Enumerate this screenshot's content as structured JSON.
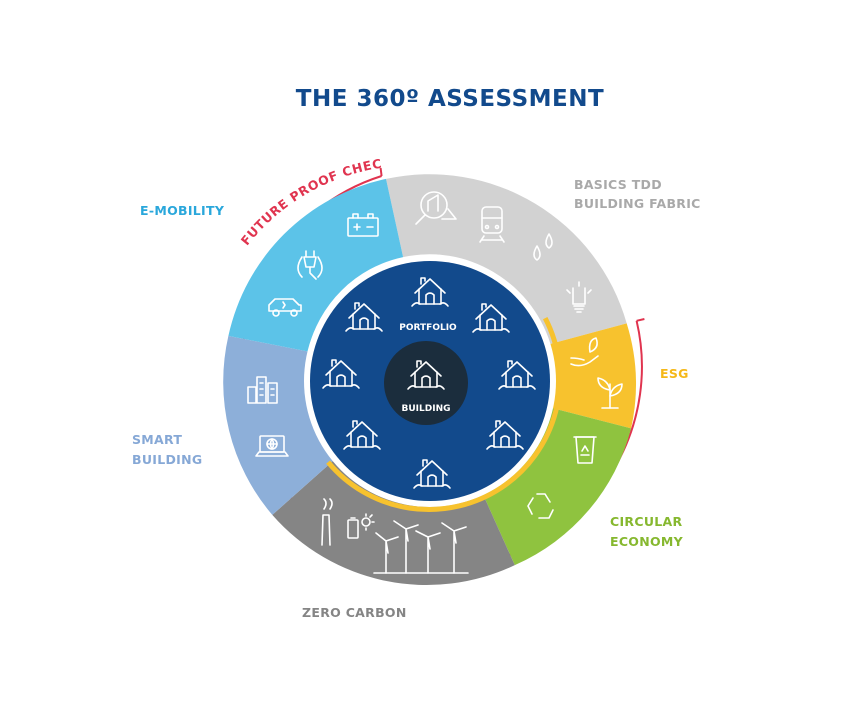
{
  "title": "THE 360º ASSESSMENT",
  "arc_label": "FUTURE PROOF CHECK",
  "center": {
    "inner_label": "BUILDING",
    "ring_label": "PORTFOLIO"
  },
  "segments": [
    {
      "id": "basics",
      "label_lines": [
        "BASICS TDD",
        "BUILDING FABRIC"
      ],
      "color": "#d2d2d2",
      "label_color": "#a9a9a9",
      "icons": [
        "magnifier-building-icon",
        "train-icon",
        "water-drops-icon",
        "light-bulb-icon"
      ]
    },
    {
      "id": "esg",
      "label_lines": [
        "ESG"
      ],
      "color": "#f7c22e",
      "label_color": "#f5b818",
      "icons": [
        "hand-leaf-icon",
        "plant-icon"
      ]
    },
    {
      "id": "circular",
      "label_lines": [
        "CIRCULAR",
        "ECONOMY"
      ],
      "color": "#8fc33f",
      "label_color": "#86b82f",
      "icons": [
        "recycle-bin-icon",
        "recycle-icon"
      ]
    },
    {
      "id": "zero-carbon",
      "label_lines": [
        "ZERO CARBON"
      ],
      "color": "#858585",
      "label_color": "#858585",
      "icons": [
        "factory-chimney-icon",
        "battery-sun-icon",
        "wind-turbines-icon"
      ]
    },
    {
      "id": "smart",
      "label_lines": [
        "SMART",
        "BUILDING"
      ],
      "color": "#8dafd9",
      "label_color": "#86a8d6",
      "icons": [
        "city-buildings-icon",
        "laptop-globe-icon"
      ]
    },
    {
      "id": "emobility",
      "label_lines": [
        "E-MOBILITY"
      ],
      "color": "#5cc3e8",
      "label_color": "#2aa7db",
      "icons": [
        "car-battery-icon",
        "ev-plug-icon",
        "electric-car-icon"
      ]
    }
  ],
  "colors": {
    "title": "#124a8c",
    "inner_disc": "#124a8c",
    "core": "#1b2d3d",
    "arc": "#e0344f",
    "esg_arc": "#f7c22e"
  }
}
